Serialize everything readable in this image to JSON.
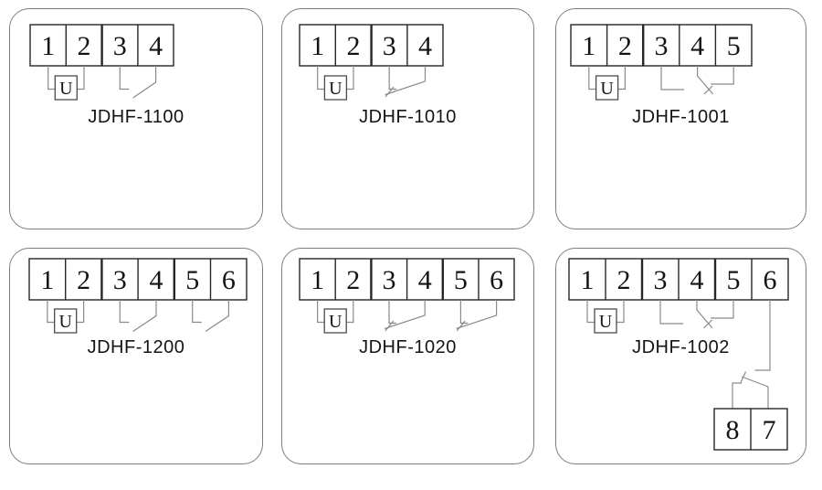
{
  "colors": {
    "bg": "#ffffff",
    "card-border": "#7e7e7e",
    "box-border": "#262626",
    "wire": "#8a8a8a",
    "ink": "#141414"
  },
  "panels": [
    {
      "model": "JDHF-1100",
      "u_label": "U",
      "terminals": [
        "1",
        "2",
        "3",
        "4"
      ],
      "contacts": [
        {
          "type": "normally-open",
          "between": [
            "3",
            "4"
          ]
        }
      ]
    },
    {
      "model": "JDHF-1010",
      "u_label": "U",
      "terminals": [
        "1",
        "2",
        "3",
        "4"
      ],
      "contacts": [
        {
          "type": "normally-closed",
          "between": [
            "3",
            "4"
          ]
        }
      ]
    },
    {
      "model": "JDHF-1001",
      "u_label": "U",
      "terminals": [
        "1",
        "2",
        "3",
        "4",
        "5"
      ],
      "contacts": [
        {
          "type": "changeover",
          "common": "4",
          "break": "5",
          "make": "3"
        }
      ]
    },
    {
      "model": "JDHF-1200",
      "u_label": "U",
      "terminals": [
        "1",
        "2",
        "3",
        "4",
        "5",
        "6"
      ],
      "contacts": [
        {
          "type": "normally-open",
          "between": [
            "3",
            "4"
          ]
        },
        {
          "type": "normally-open",
          "between": [
            "5",
            "6"
          ]
        }
      ]
    },
    {
      "model": "JDHF-1020",
      "u_label": "U",
      "terminals": [
        "1",
        "2",
        "3",
        "4",
        "5",
        "6"
      ],
      "contacts": [
        {
          "type": "normally-closed",
          "between": [
            "3",
            "4"
          ]
        },
        {
          "type": "normally-closed",
          "between": [
            "5",
            "6"
          ]
        }
      ]
    },
    {
      "model": "JDHF-1002",
      "u_label": "U",
      "terminals": [
        "1",
        "2",
        "3",
        "4",
        "5",
        "6"
      ],
      "extra_terminals": [
        "8",
        "7"
      ],
      "contacts": [
        {
          "type": "changeover",
          "common": "4",
          "break": "5",
          "make": "3"
        },
        {
          "type": "break-contact",
          "between": [
            "6",
            "8"
          ],
          "via": "7"
        }
      ]
    }
  ]
}
